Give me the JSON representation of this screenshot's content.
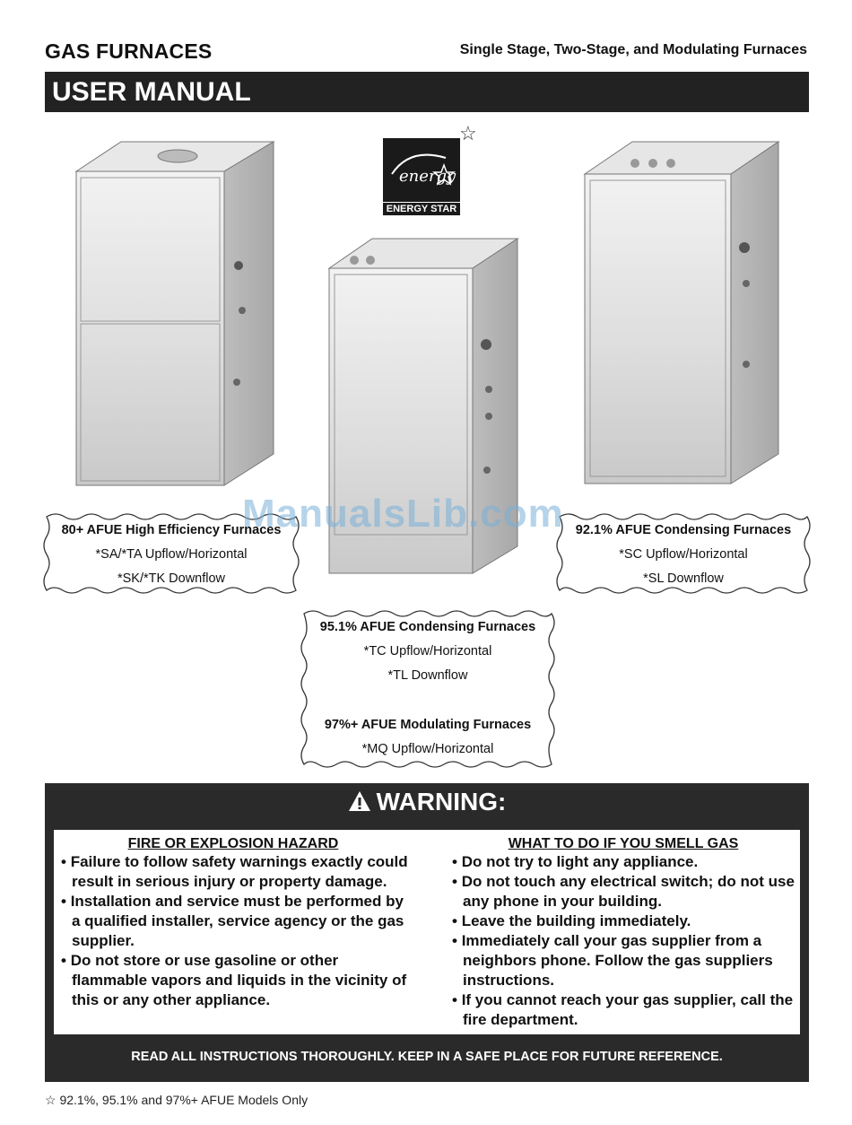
{
  "header": {
    "category": "GAS FURNACES",
    "subtitle": "Single Stage, Two-Stage, and Modulating Furnaces",
    "title": "USER MANUAL"
  },
  "energy_star": {
    "star_mark": "☆",
    "label": "ENERGY STAR",
    "script": "energy"
  },
  "watermark": "ManualsLib.com",
  "labels": {
    "left": {
      "heading": "80+ AFUE High Efficiency Furnaces",
      "line1": "*SA/*TA Upflow/Horizontal",
      "line2": "*SK/*TK Downflow"
    },
    "right": {
      "heading": "92.1% AFUE Condensing Furnaces",
      "line1": "*SC Upflow/Horizontal",
      "line2": "*SL Downflow"
    },
    "center": {
      "heading1": "95.1% AFUE Condensing Furnaces",
      "line1": "*TC Upflow/Horizontal",
      "line2": "*TL Downflow",
      "heading2": "97%+ AFUE Modulating Furnaces",
      "line3": "*MQ Upflow/Horizontal"
    }
  },
  "warning": {
    "title": "WARNING:",
    "left_heading": "FIRE OR EXPLOSION HAZARD",
    "left_items": [
      "Failure to follow safety warnings exactly could result in serious injury or property damage.",
      "Installation and service must be performed by a qualified installer, service agency or the gas supplier.",
      "Do not store or use gasoline or other flammable vapors and liquids in the vicinity of this or any other appliance."
    ],
    "right_heading": "WHAT TO DO IF YOU SMELL GAS",
    "right_items": [
      "Do not try to light any appliance.",
      "Do not touch any electrical switch; do not use any phone in your building.",
      "Leave the building immediately.",
      "Immediately call your gas supplier from a neighbors phone. Follow the gas suppliers instructions.",
      "If you cannot reach your gas supplier, call the fire department."
    ],
    "footer": "READ ALL INSTRUCTIONS THOROUGHLY. KEEP IN A SAFE PLACE FOR FUTURE REFERENCE."
  },
  "footnote": "☆ 92.1%, 95.1% and 97%+ AFUE Models Only"
}
